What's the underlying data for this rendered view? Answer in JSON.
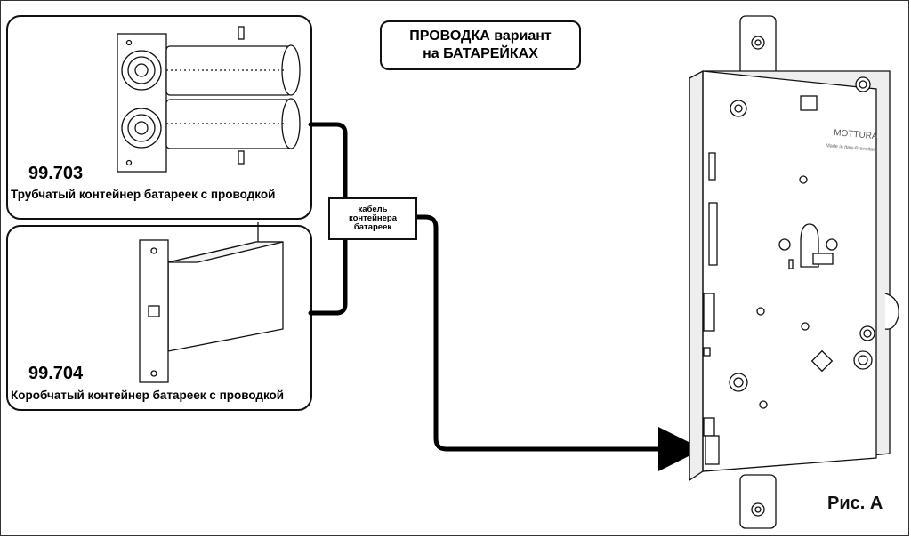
{
  "title": {
    "line1": "ПРОВОДКА вариант",
    "line2": "на БАТАРЕЙКАХ"
  },
  "panels": [
    {
      "code": "99.703",
      "description": "Трубчатый контейнер батареек с проводкой"
    },
    {
      "code": "99.704",
      "description": "Коробчатый контейнер батареек с проводкой"
    }
  ],
  "cable_label": {
    "line1": "кабель",
    "line2": "контейнера",
    "line3": "батареек"
  },
  "lock": {
    "brand": "MOTTURA",
    "made_in": "Made in Italy-Brevettato"
  },
  "figure_label": "Рис. А",
  "colors": {
    "line": "#000000",
    "background": "#ffffff"
  }
}
